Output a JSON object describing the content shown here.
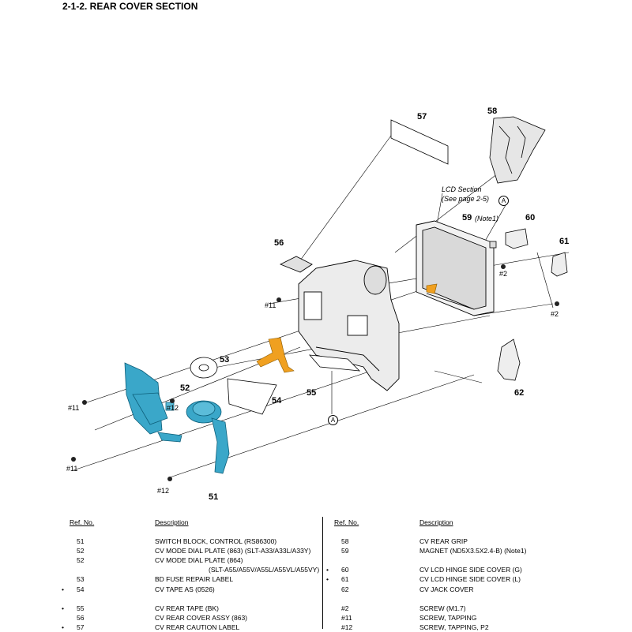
{
  "title": "2-1-2. REAR COVER SECTION",
  "diagram": {
    "part_labels": [
      "57",
      "58",
      "59",
      "60",
      "61",
      "56",
      "53",
      "52",
      "54",
      "55",
      "62",
      "51"
    ],
    "screw_labels": [
      "#11",
      "#11",
      "#11",
      "#12",
      "#12",
      "#2",
      "#2"
    ],
    "reference_marks": [
      "A",
      "A"
    ],
    "lcd_section_note": [
      "LCD Section",
      "(See page 2-5)"
    ],
    "note1": "(Note1)"
  },
  "parts_table": {
    "headers": {
      "ref": "Ref. No.",
      "description": "Description"
    },
    "left": [
      {
        "mark": "",
        "ref": "51",
        "desc": "SWITCH BLOCK, CONTROL (RS86300)"
      },
      {
        "mark": "",
        "ref": "52",
        "desc": "CV MODE DIAL PLATE (863) (SLT-A33/A33L/A33Y)"
      },
      {
        "mark": "",
        "ref": "52",
        "desc": "CV MODE DIAL PLATE (864)"
      },
      {
        "mark": "",
        "ref": "",
        "desc": "(SLT-A55/A55V/A55L/A55VL/A55VY)"
      },
      {
        "mark": "",
        "ref": "53",
        "desc": "BD FUSE REPAIR LABEL"
      },
      {
        "mark": "•",
        "ref": "54",
        "desc": "CV TAPE AS (0526)"
      },
      {
        "mark": "",
        "ref": "",
        "desc": ""
      },
      {
        "mark": "•",
        "ref": "55",
        "desc": "CV REAR TAPE (BK)"
      },
      {
        "mark": "",
        "ref": "56",
        "desc": "CV REAR COVER ASSY (863)"
      },
      {
        "mark": "•",
        "ref": "57",
        "desc": "CV REAR CAUTION LABEL"
      }
    ],
    "right": [
      {
        "mark": "",
        "ref": "58",
        "desc": "CV REAR GRIP"
      },
      {
        "mark": "",
        "ref": "59",
        "desc": "MAGNET (ND5X3.5X2.4-B) (Note1)"
      },
      {
        "mark": "",
        "ref": "",
        "desc": ""
      },
      {
        "mark": "•",
        "ref": "60",
        "desc": "CV LCD HINGE SIDE COVER (G)"
      },
      {
        "mark": "•",
        "ref": "61",
        "desc": "CV LCD HINGE SIDE COVER (L)"
      },
      {
        "mark": "",
        "ref": "62",
        "desc": "CV JACK COVER"
      },
      {
        "mark": "",
        "ref": "",
        "desc": ""
      },
      {
        "mark": "",
        "ref": "#2",
        "desc": "SCREW (M1.7)"
      },
      {
        "mark": "",
        "ref": "#11",
        "desc": "SCREW, TAPPING"
      },
      {
        "mark": "",
        "ref": "#12",
        "desc": "SCREW, TAPPING, P2"
      }
    ]
  },
  "colors": {
    "switch_block": "#3aa7c9",
    "tape": "#f0a020",
    "lines": "#000000",
    "part_fill": "#e8e8e8"
  }
}
